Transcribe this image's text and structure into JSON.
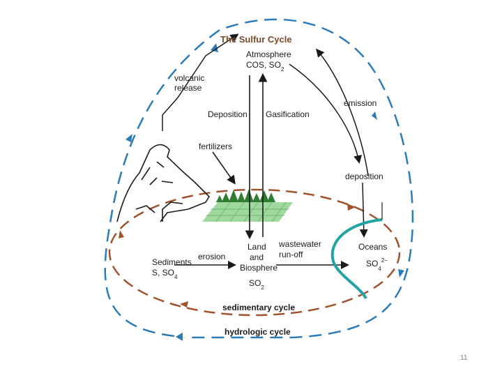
{
  "diagram": {
    "title": "The Sulfur Cycle",
    "atmosphere": {
      "name": "Atmosphere",
      "formula": "COS, SO",
      "formula_sub": "2"
    },
    "volcanic": {
      "line1": "volcanic",
      "line2": "release"
    },
    "deposition_left": "Deposition",
    "gasification": "Gasification",
    "emission": "emission",
    "fertilizers": "fertilizers",
    "deposition_right": "deposition",
    "sediments": {
      "line1": "Sediments",
      "line2": "S, SO",
      "line2_sub": "4"
    },
    "erosion": "erosion",
    "land": {
      "line1": "Land",
      "line2": "and",
      "line3": "Biosphere",
      "formula": "SO",
      "formula_sub": "2"
    },
    "wastewater": {
      "line1": "wastewater",
      "line2": "run-off"
    },
    "oceans": {
      "name": "Oceans",
      "formula": "SO",
      "formula_sub": "4",
      "formula_sup": "2−"
    },
    "sedimentary_cycle": "sedimentary cycle",
    "hydrologic_cycle": "hydrologic cycle",
    "colors": {
      "hydrologic": "#2b7bb9",
      "sedimentary": "#a0522d",
      "ocean_current": "#1fa3a3",
      "field": "#8fd18f",
      "trees": "#2e7d32"
    }
  },
  "page_number": "11"
}
